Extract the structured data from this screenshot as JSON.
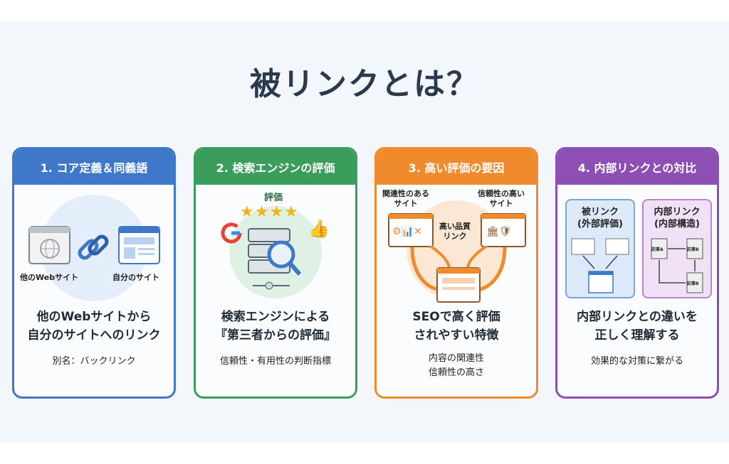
{
  "title": "被リンクとは？",
  "colors": {
    "blue": "#3f78c9",
    "green": "#3a9d5c",
    "orange": "#ef8a2d",
    "purple": "#8e4fb5"
  },
  "cards": [
    {
      "header": "1. コア定義＆同義語",
      "labels": [
        "他のWebサイト",
        "自分のサイト"
      ],
      "main": "他のWebサイトから\n自分のサイトへのリンク",
      "sub": "別名：バックリンク"
    },
    {
      "header": "2. 検索エンジンの評価",
      "labels": [
        "評価"
      ],
      "main": "検索エンジンによる\n『第三者からの評価』",
      "sub": "信頼性・有用性の判断指標"
    },
    {
      "header": "3. 高い評価の要因",
      "labels": [
        "関連性のある\nサイト",
        "信頼性の高い\nサイト",
        "高い品質\nリンク"
      ],
      "main": "SEOで高く評価\nされやすい特徴",
      "sub": "内容の関連性\n信頼性の高さ"
    },
    {
      "header": "4. 内部リンクとの対比",
      "labels": [
        "被リンク\n(外部評価)",
        "内部リンク\n(内部構造)",
        "記事A",
        "記事B",
        "記事B"
      ],
      "main": "内部リンクとの違いを\n正しく理解する",
      "sub": "効果的な対策に繋がる"
    }
  ]
}
